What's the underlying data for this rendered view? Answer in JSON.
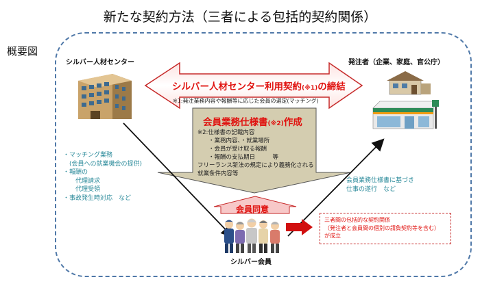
{
  "title": "新たな契約方法（三者による包括的契約関係）",
  "overview_label": "概要図",
  "left_party": {
    "name": "シルバー人材センター",
    "services": [
      "・マッチング業務",
      "　(会員への就業機会の提供)",
      "・報酬の",
      "　　代理請求",
      "　　代理受領",
      "・事故発生時対応　など"
    ]
  },
  "right_party": {
    "name": "発注者（企業、家庭、官公庁）",
    "duties": [
      "会員業務仕様書に基づき",
      "仕事の遂行　など"
    ]
  },
  "contract": {
    "title_main": "シルバー人材センター利用契約",
    "title_note": "(※1)",
    "title_tail": "の締結",
    "footnote": "※1:発注業務内容や報酬等に応じた会員の選定(マッチング)"
  },
  "spec": {
    "title_main": "会員業務仕様書",
    "title_note": "(※2)",
    "title_tail": "作成",
    "lines": [
      "※2:仕様書の記載内容",
      "・業務内容、・就業場所",
      "・会員が受け取る報酬",
      "・報酬の支払期日　　　等",
      "フリーランス新法の規定により義務化される",
      "就業条件内容等"
    ]
  },
  "agreement_label": "会員同意",
  "member_label": "シルバー会員",
  "result": [
    "三者間の包括的な契約関係",
    "（発注者と会員間の個別の請負契約等を含む）",
    "が成立"
  ],
  "icons": [
    "office-building-icon",
    "house-icon",
    "convenience-store-icon",
    "senior-members-icon"
  ],
  "colors": {
    "accent_red": "#e0120f",
    "frame_blue": "#4f78a8",
    "teal_text": "#2a8a9a",
    "spec_fill": "#d4cdb0",
    "agree_fill": "#f7c8c8"
  }
}
